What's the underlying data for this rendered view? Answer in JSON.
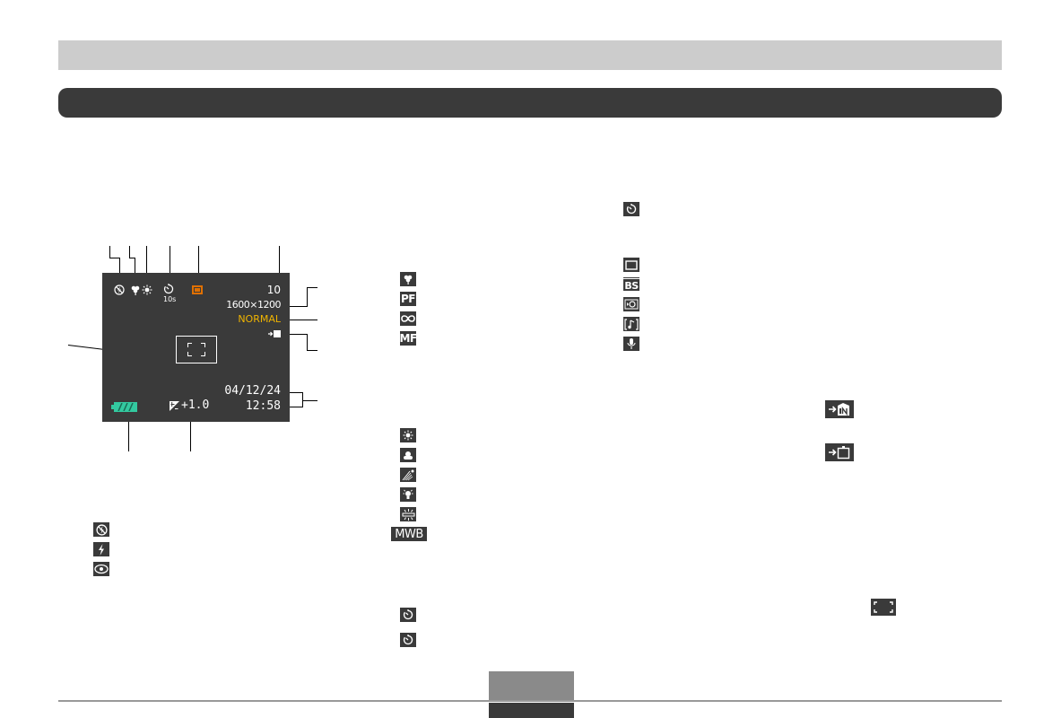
{
  "lcd": {
    "shots_remaining": "10",
    "image_size": "1600×1200",
    "quality": "NORMAL",
    "self_timer_label": "10s",
    "date": "04/12/24",
    "time": "12:58",
    "ev_shift": "+1.0"
  },
  "footer": {
    "page_number": ""
  },
  "colors": {
    "band": "#cccccc",
    "section_bar": "#3a3a3a",
    "lcd_background": "#3a3a3a",
    "quality_text": "#f0b400",
    "battery": "#33c9a0",
    "record_mode_box": "#e07000"
  },
  "icons": {
    "flash_modes": [
      "flash-off-icon",
      "flash-on-icon",
      "red-eye-icon"
    ],
    "focus_modes": [
      "macro-icon",
      "pan-focus-icon",
      "infinity-icon",
      "manual-focus-icon"
    ],
    "white_balance": [
      "daylight-icon",
      "overcast-icon",
      "shade-icon",
      "tungsten-icon",
      "fluorescent-icon",
      "manual-white-balance-icon"
    ],
    "self_timer": [
      "self-timer-icon",
      "self-timer-icon"
    ],
    "record_modes": [
      "self-timer-icon",
      "snapshot-mode-icon",
      "best-shot-icon",
      "movie-mode-icon",
      "audio-snapshot-icon",
      "voice-recording-icon"
    ],
    "storage": [
      "built-in-memory-icon",
      "memory-card-icon"
    ],
    "focus_frame": "focus-frame-icon"
  },
  "tile_text": {
    "pan_focus": "PF",
    "manual_focus": "MF",
    "best_shot": "BS",
    "manual_white_balance": "MWB"
  }
}
